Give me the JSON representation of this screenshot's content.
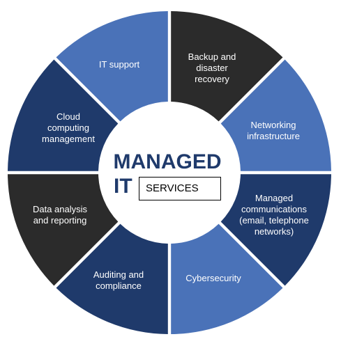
{
  "segments": [
    {
      "id": "it-support",
      "lines": [
        "IT support"
      ],
      "color": "#4a72b8"
    },
    {
      "id": "backup",
      "lines": [
        "Backup and",
        "disaster",
        "recovery"
      ],
      "color": "#2b2b2b"
    },
    {
      "id": "networking",
      "lines": [
        "Networking",
        "infrastructure"
      ],
      "color": "#4a72b8"
    },
    {
      "id": "managed-comms",
      "lines": [
        "Managed",
        "communications",
        "(email, telephone",
        "networks)"
      ],
      "color": "#1f3a6b"
    },
    {
      "id": "cybersecurity",
      "lines": [
        "Cybersecurity"
      ],
      "color": "#4a72b8"
    },
    {
      "id": "auditing",
      "lines": [
        "Auditing and",
        "compliance"
      ],
      "color": "#1f3a6b"
    },
    {
      "id": "data-analysis",
      "lines": [
        "Data analysis",
        "and reporting"
      ],
      "color": "#2b2b2b"
    },
    {
      "id": "cloud",
      "lines": [
        "Cloud",
        "computing",
        "management"
      ],
      "color": "#1f3a6b"
    }
  ],
  "center": {
    "line1": "MANAGED",
    "line2": "IT",
    "services_box": "SERVICES",
    "color": "#1f3a6b"
  }
}
